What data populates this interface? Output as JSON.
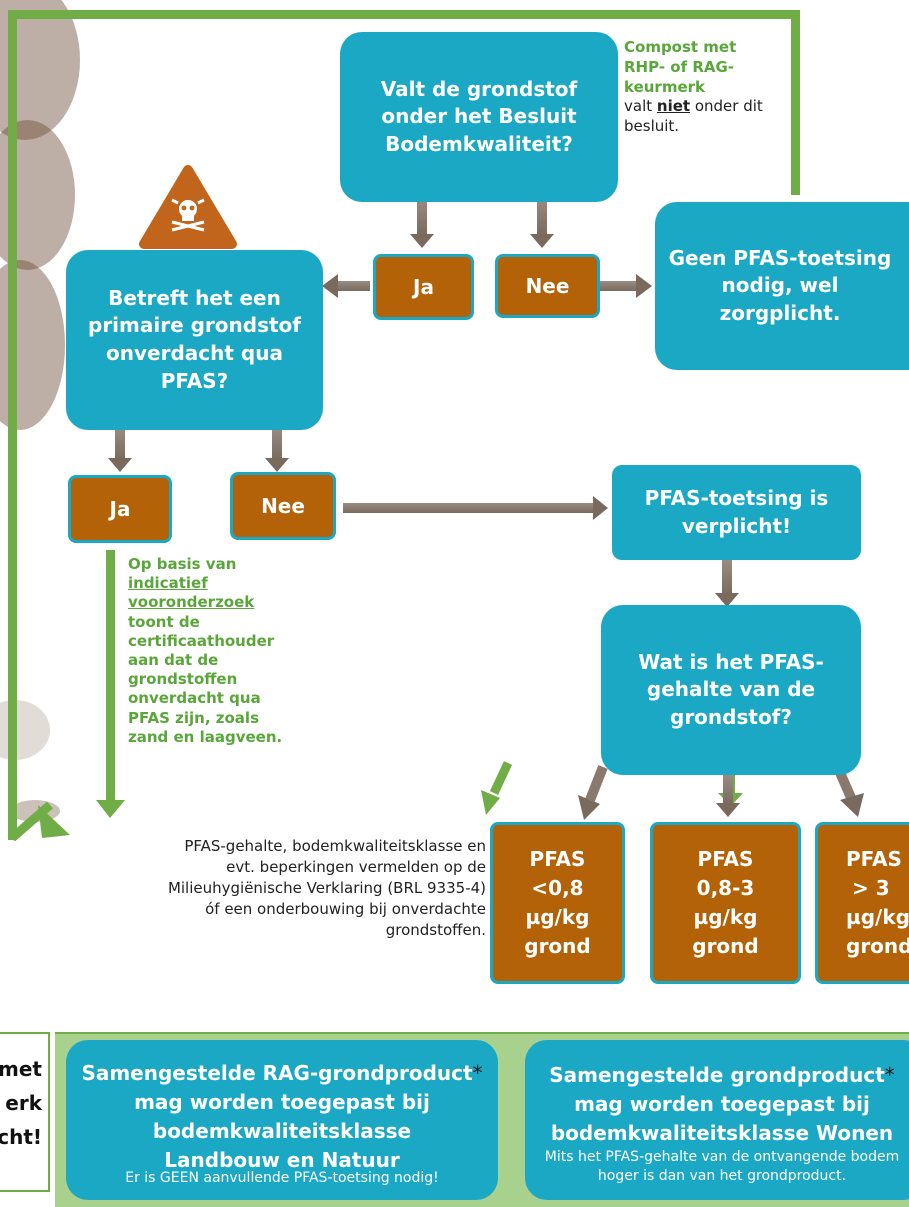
{
  "colors": {
    "teal": "#1aa8c4",
    "brown": "#b36207",
    "green": "#70ad47",
    "green_text": "#5aa63b",
    "arrow_wood": "#8a7a6e",
    "hazard": "#c1651c"
  },
  "icons": {
    "hazard": "skull-crossbones-warning-triangle"
  },
  "q_main": "Valt de grondstof onder het Besluit Bodemkwaliteit?",
  "compost": {
    "title": "Compost met RHP- of RAG-keurmerk",
    "pre": "valt ",
    "emph": "niet",
    "post": " onder dit besluit."
  },
  "ja1": "Ja",
  "nee1": "Nee",
  "geen_pfas": "Geen PFAS-toetsing nodig, wel zorgplicht.",
  "q_primair": "Betreft het een primaire grondstof onverdacht qua PFAS?",
  "ja2": "Ja",
  "nee2": "Nee",
  "verplicht": "PFAS-toetsing is verplicht!",
  "q_gehalte": "Wat is het PFAS-gehalte van de grondstof?",
  "basis": {
    "pre": "Op basis van ",
    "link": "indicatief vooronderzoek",
    "post": " toont de certificaathouder aan dat de grondstoffen onverdacht qua PFAS zijn, zoals zand en laagveen."
  },
  "vermelden": "PFAS-gehalte, bodemkwaliteitsklasse en evt. beperkingen vermelden op de Milieuhygiënische Verklaring (BRL 9335-4) óf een onderbouwing bij onverdachte grondstoffen.",
  "pfas_boxes": [
    {
      "l1": "PFAS",
      "l2": "<0,8",
      "l3": "µg/kg",
      "l4": "grond"
    },
    {
      "l1": "PFAS",
      "l2": "0,8-3",
      "l3": "µg/kg",
      "l4": "grond"
    },
    {
      "l1": "PFAS",
      "l2": "> 3",
      "l3": "µg/kg",
      "l4": "grond"
    }
  ],
  "left_partial": {
    "l1": "met",
    "l2": "erk",
    "l3": "cht!"
  },
  "out_rag": {
    "title": "Samengestelde RAG-grondproduct",
    "star": "*",
    "body": "mag worden toegepast bij bodemkwaliteitsklasse Landbouw en Natuur",
    "note": "Er is GEEN aanvullende PFAS-toetsing nodig!"
  },
  "out_wonen": {
    "title": "Samengestelde grondproduct",
    "star": "*",
    "body": "mag worden toegepast bij bodemkwaliteitsklasse Wonen",
    "note": "Mits het PFAS-gehalte van de ontvangende bodem hoger is dan van het grondproduct."
  }
}
